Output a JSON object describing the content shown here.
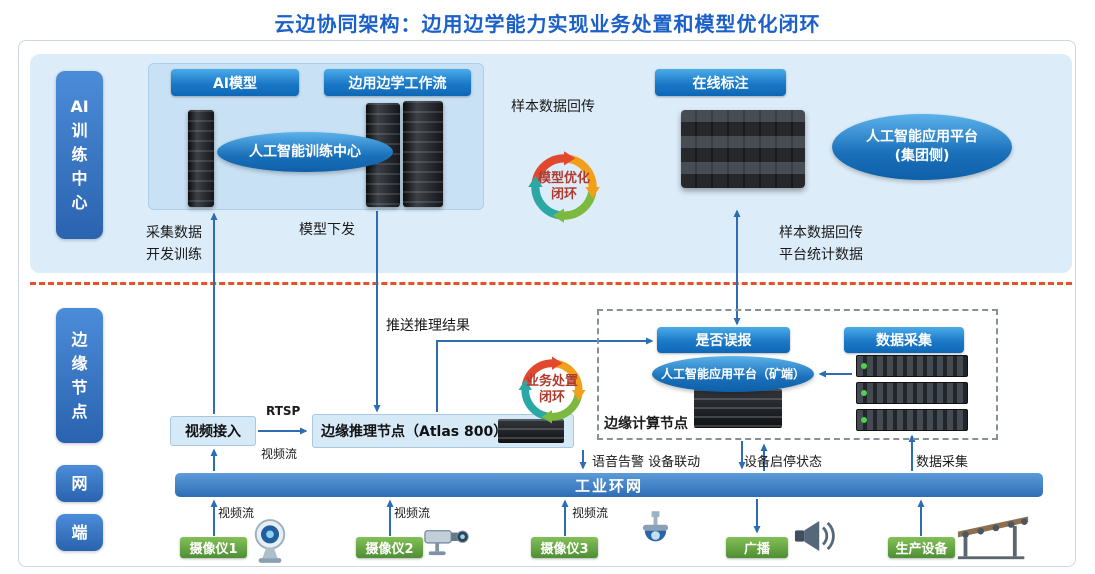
{
  "title": "云边协同架构：边用边学能力实现业务处置和模型优化闭环",
  "sidebar": {
    "ai_training_center": "AI\n训\n练\n中\n心",
    "edge_node": "边\n缘\n节\n点",
    "network": "网",
    "terminal": "端"
  },
  "training": {
    "ai_model_btn": "AI模型",
    "workflow_btn": "边用边学工作流",
    "training_center": "人工智能训练中心",
    "sample_return": "样本数据回传",
    "model_loop": "模型优化\n闭环",
    "online_annotation_btn": "在线标注",
    "group_platform": "人工智能应用平台\n(集团侧)",
    "collect_train": "采集数据\n开发训练",
    "model_dispatch": "模型下发",
    "sample_return_stats": "样本数据回传\n平台统计数据"
  },
  "edge": {
    "push_inference": "推送推理结果",
    "video_access": "视频接入",
    "rtsp": "RTSP",
    "video_stream": "视频流",
    "inference_node": "边缘推理节点（Atlas 800）",
    "business_loop": "业务处置\n闭环",
    "edge_compute_node": "边缘计算节点",
    "false_alarm_btn": "是否误报",
    "data_collect_btn": "数据采集",
    "mine_platform": "人工智能应用平台（矿端）",
    "voice_alarm_linkage": "语音告警  设备联动",
    "device_status": "设备启停状态",
    "data_collect_flow": "数据采集",
    "industrial_ring": "工业环网"
  },
  "devices": [
    {
      "label": "摄像仪1",
      "flow": "视频流"
    },
    {
      "label": "摄像仪2",
      "flow": "视频流"
    },
    {
      "label": "摄像仪3",
      "flow": "视频流"
    },
    {
      "label": "广播",
      "flow": ""
    },
    {
      "label": "生产设备",
      "flow": ""
    }
  ],
  "colors": {
    "title_blue": "#1b5fc8",
    "arrow_blue": "#2e6db4",
    "panel_blue": "#dcecf8",
    "button_blue": "#1b79c8",
    "green_label": "#5a9a3c",
    "divider_orange": "#e8502a",
    "loop_text_red": "#b03a2e"
  }
}
